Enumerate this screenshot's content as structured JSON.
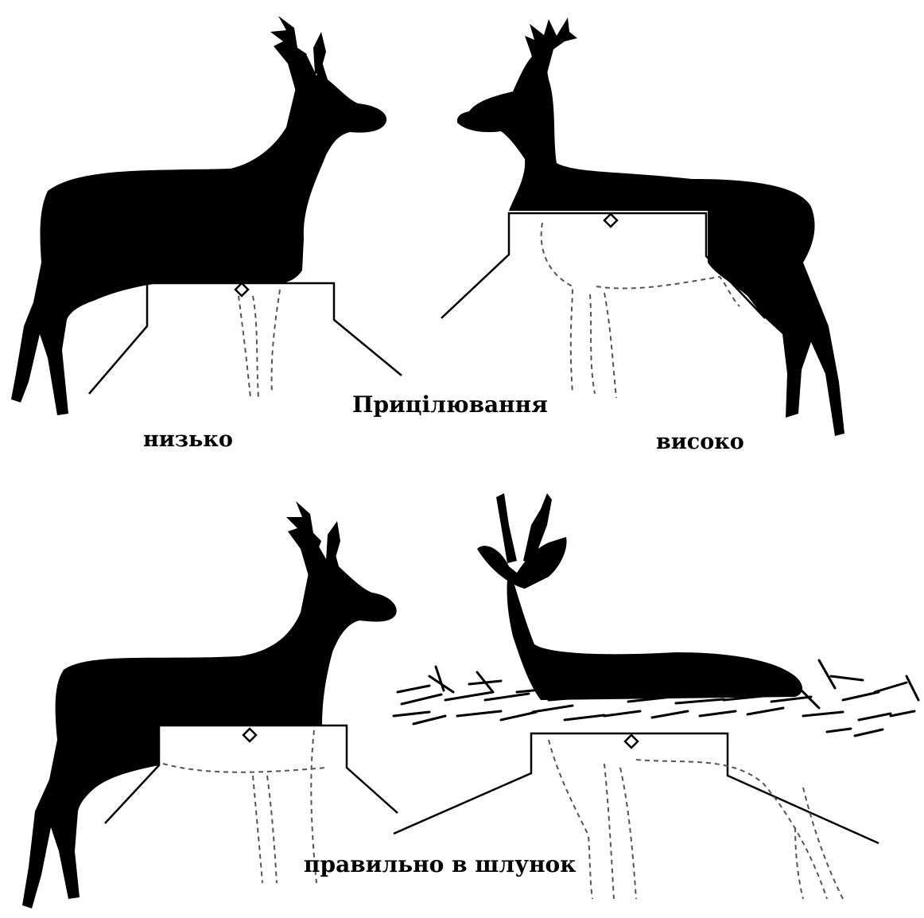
{
  "colors": {
    "silhouette": "#000000",
    "background": "#ffffff",
    "dash": "#555555"
  },
  "labels": {
    "title": "Прицілювання",
    "low": "низько",
    "high": "високо",
    "correct": "правильно в шлунок"
  },
  "panels": [
    {
      "id": "aim-low",
      "caption_key": "low"
    },
    {
      "id": "aim-high",
      "caption_key": "high"
    },
    {
      "id": "aim-correct",
      "caption_key": "correct"
    },
    {
      "id": "aim-in-grass"
    }
  ]
}
